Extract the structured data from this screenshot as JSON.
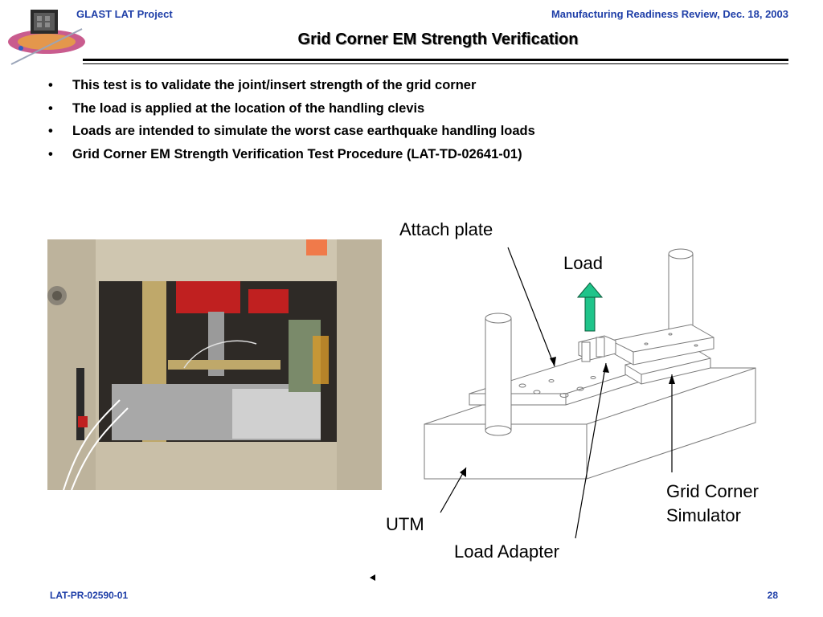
{
  "header": {
    "project": "GLAST LAT Project",
    "review": "Manufacturing Readiness Review, Dec. 18, 2003"
  },
  "title": "Grid Corner EM Strength Verification",
  "bullets": [
    "This test is to validate the joint/insert strength of the grid corner",
    "The load is applied at the location of the handling clevis",
    "Loads are intended to simulate the worst case earthquake handling loads",
    "Grid Corner EM Strength Verification Test Procedure (LAT-TD-02641-01)"
  ],
  "diagram_labels": {
    "attach_plate": "Attach plate",
    "load": "Load",
    "grid_corner_line1": "Grid Corner",
    "grid_corner_line2": "Simulator",
    "utm": "UTM",
    "load_adapter": "Load Adapter"
  },
  "footer": {
    "doc_id": "LAT-PR-02590-01",
    "page": "28"
  },
  "colors": {
    "header_blue": "#1f3fa8",
    "arrow_green": "#1fc48a"
  }
}
